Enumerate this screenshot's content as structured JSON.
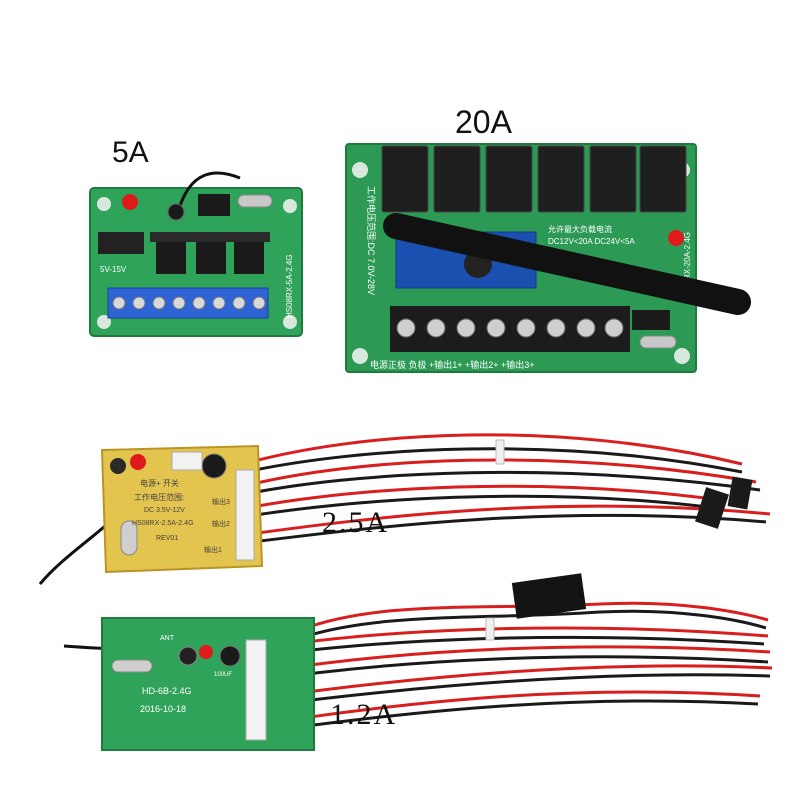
{
  "labels": {
    "board_5a": "5A",
    "board_20a": "20A",
    "board_2_5a": "2.5A",
    "board_1_2a": "1.2A"
  },
  "pcb_text": {
    "board_5a_voltage": "5V-15V",
    "board_5a_model": "HS08RX-5A-2.4G",
    "board_20a_side": "工作电压范围:DC 7.0V-28V",
    "board_20a_load_title": "允许最大负载电流",
    "board_20a_load_spec": "DC12V<20A DC24V<5A",
    "board_20a_bottom": "电源正极  负极  +输出1+  +输出2+  +输出3+",
    "board_20a_model": "HS06RX-20A-2.4G",
    "board_2_5a_power": "电源+  开关",
    "board_2_5a_range_title": "工作电压范围:",
    "board_2_5a_range": "DC 3.5V-12V",
    "board_2_5a_model": "HS08RX-2.5A-2.4G",
    "board_2_5a_rev": "REV01",
    "board_2_5a_out1": "输出1",
    "board_2_5a_out2": "输出2",
    "board_2_5a_out3": "输出3",
    "board_1_2a_model": "HD-6B-2.4G",
    "board_1_2a_date": "2016-10-18",
    "board_1_2a_ant": "ANT",
    "board_1_2a_cap": "100UF"
  },
  "colors": {
    "pcb_green": "#2fa35a",
    "pcb_yellow": "#e3c44e",
    "terminal_blue": "#2e63d6",
    "relay_black": "#1f1f1f",
    "wire_red": "#d81e1e",
    "wire_black": "#1a1a1a"
  }
}
